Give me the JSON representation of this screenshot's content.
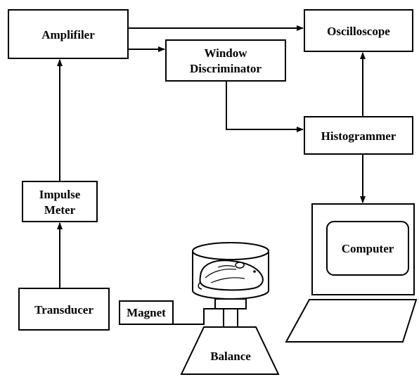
{
  "labels": {
    "amplifier": "Amplifiler",
    "oscilloscope": "Oscilloscope",
    "window_discriminator_line1": "Window",
    "window_discriminator_line2": "Discriminator",
    "histogrammer": "Histogrammer",
    "impulse_meter_line1": "Impulse",
    "impulse_meter_line2": "Meter",
    "computer": "Computer",
    "transducer": "Transducer",
    "magnet": "Magnet",
    "balance": "Balance"
  }
}
